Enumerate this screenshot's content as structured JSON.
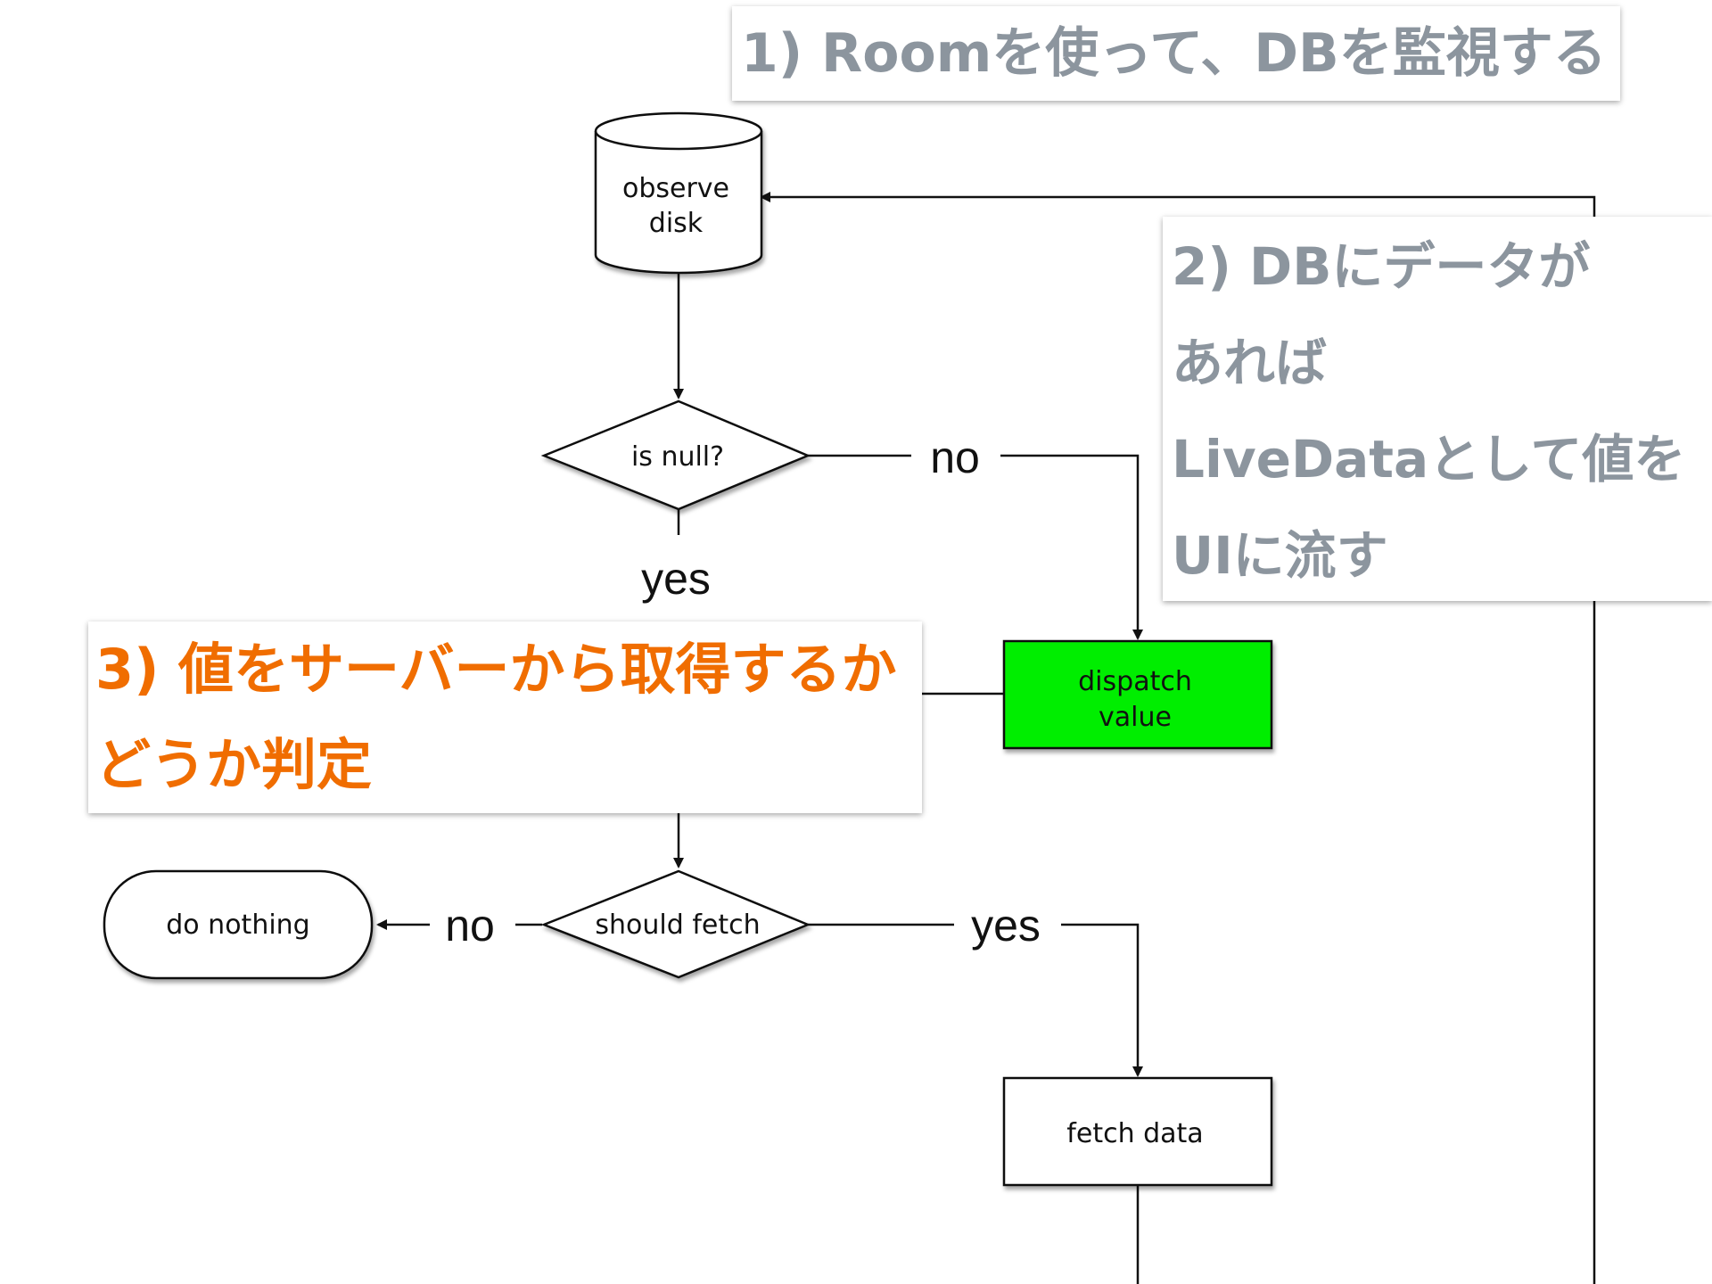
{
  "nodes": {
    "observe_disk": {
      "line1": "observe",
      "line2": "disk"
    },
    "is_null": {
      "label": "is null?"
    },
    "dispatch_value": {
      "line1": "dispatch",
      "line2": "value",
      "fill": "#00ee00"
    },
    "should_fetch": {
      "label": "should fetch"
    },
    "do_nothing": {
      "label": "do nothing"
    },
    "fetch_data": {
      "label": "fetch data"
    }
  },
  "edges": {
    "is_null_no": "no",
    "is_null_yes": "yes",
    "should_fetch_no": "no",
    "should_fetch_yes": "yes"
  },
  "callouts": {
    "step1": {
      "text": "1) Roomを使って、DBを監視する",
      "color": "#8c959e"
    },
    "step2": {
      "lines": [
        "2) DBにデータが",
        "あれば",
        "LiveDataとして値を",
        "UIに流す"
      ],
      "color": "#8c959e"
    },
    "step3": {
      "lines": [
        "3) 値をサーバーから取得するか",
        "どうか判定"
      ],
      "color": "#f06d00"
    }
  }
}
